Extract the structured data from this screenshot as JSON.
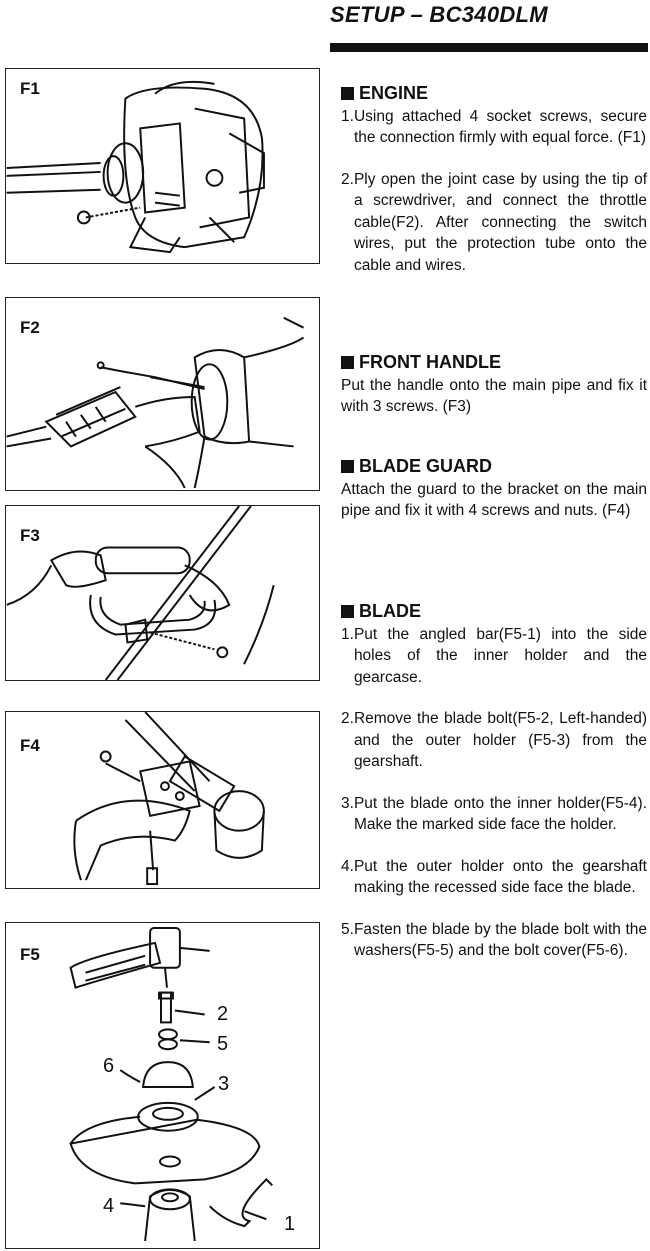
{
  "page_title": "SETUP – BC340DLM",
  "figures": {
    "f1": "F1",
    "f2": "F2",
    "f3": "F3",
    "f4": "F4",
    "f5": "F5",
    "f5_callouts": {
      "c1": "1",
      "c2": "2",
      "c3": "3",
      "c4": "4",
      "c5": "5",
      "c6": "6"
    }
  },
  "sections": {
    "engine": {
      "heading": "ENGINE",
      "steps": [
        {
          "num": "1.",
          "text": "Using attached 4 socket screws, secure the connection firmly with equal force. (F1)"
        },
        {
          "num": "2.",
          "text": "Ply open the joint case by using the tip of a screwdriver, and connect the throttle cable(F2). After connecting the switch wires, put the protection tube onto the cable and wires."
        }
      ]
    },
    "front_handle": {
      "heading": "FRONT HANDLE",
      "text": "Put the handle onto the main pipe and fix it with 3 screws. (F3)"
    },
    "blade_guard": {
      "heading": "BLADE GUARD",
      "text": "Attach the guard to the bracket on the main pipe and fix it with 4 screws and nuts. (F4)"
    },
    "blade": {
      "heading": "BLADE",
      "steps": [
        {
          "num": "1.",
          "text": "Put the angled bar(F5-1) into the side holes of the inner holder and the gearcase."
        },
        {
          "num": "2.",
          "text": "Remove the blade bolt(F5-2, Left-handed) and the outer holder (F5-3) from the gearshaft."
        },
        {
          "num": "3.",
          "text": "Put the blade onto the inner holder(F5-4). Make the marked side face the holder."
        },
        {
          "num": "4.",
          "text": "Put the outer holder onto the gearshaft making the recessed side face the blade."
        },
        {
          "num": "5.",
          "text": "Fasten the blade by the blade bolt with the washers(F5-5) and the bolt cover(F5-6)."
        }
      ]
    }
  }
}
